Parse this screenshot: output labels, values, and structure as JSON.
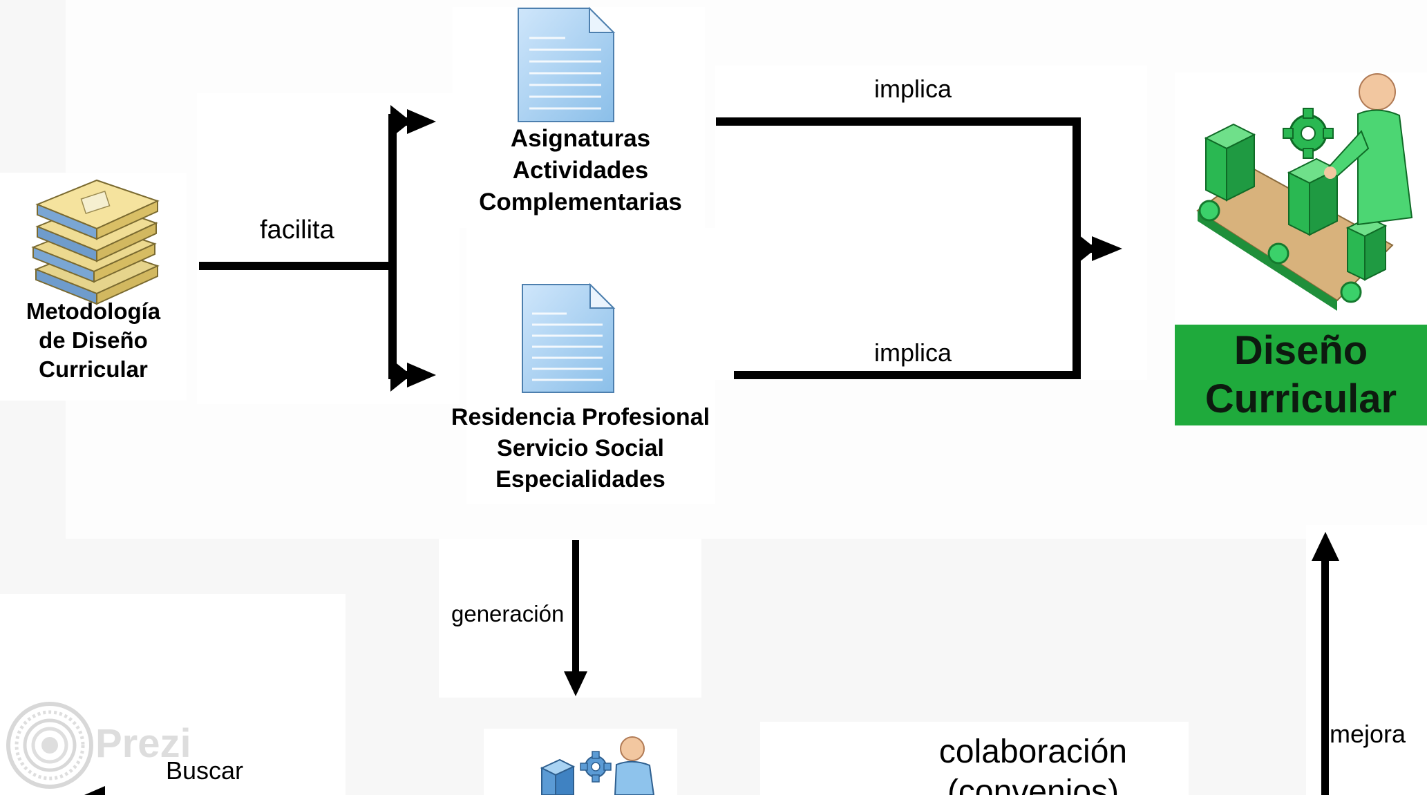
{
  "nodes": {
    "metodologia": {
      "lines": [
        "Metodología",
        "de Diseño",
        "Curricular"
      ],
      "icon": "books-icon"
    },
    "asignaturas": {
      "lines": [
        "Asignaturas",
        "Actividades",
        "Complementarias"
      ],
      "icon": "document-icon"
    },
    "residencia": {
      "lines": [
        "Residencia Profesional",
        "Servicio Social",
        "Especialidades"
      ],
      "icon": "document-icon"
    },
    "diseno": {
      "lines": [
        "Diseño",
        "Curricular"
      ],
      "icon": "assembly-worker-icon",
      "color": "#1faa3c"
    }
  },
  "edges": {
    "facilita": "facilita",
    "implica_top": "implica",
    "implica_bottom": "implica",
    "generacion": "generación",
    "mejora": "mejora",
    "buscar": "Buscar",
    "colaboracion": [
      "colaboración",
      "(convenios)"
    ]
  },
  "watermark": {
    "text": "Prezi",
    "icon": "prezi-logo-icon"
  }
}
